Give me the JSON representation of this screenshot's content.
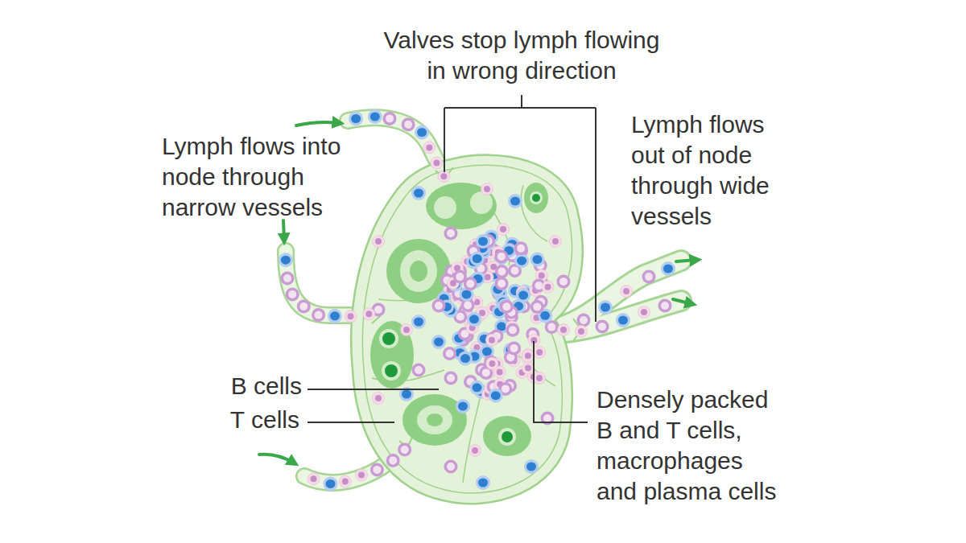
{
  "diagram": {
    "labels": [
      "Valves stop lymph flowing in wrong direction",
      "Lymph flows into node through narrow vessels",
      "Lymph flows out of node through wide vessels",
      "B cells",
      "T cells",
      "Densely packed B and T cells, macrophages and plasma cells"
    ]
  }
}
